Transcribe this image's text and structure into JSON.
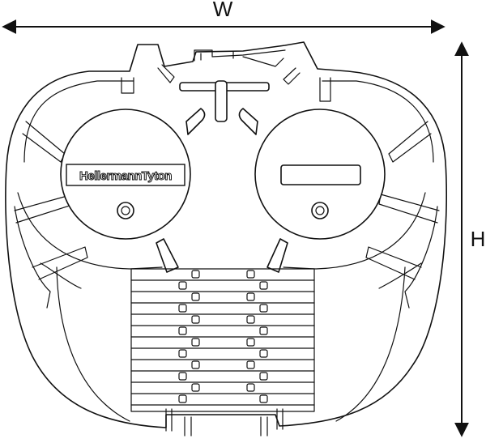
{
  "dimensions": {
    "width_label": "W",
    "height_label": "H"
  },
  "logo": {
    "text": "HellermannTyton"
  },
  "colors": {
    "line": "#111111",
    "background": "#ffffff"
  }
}
